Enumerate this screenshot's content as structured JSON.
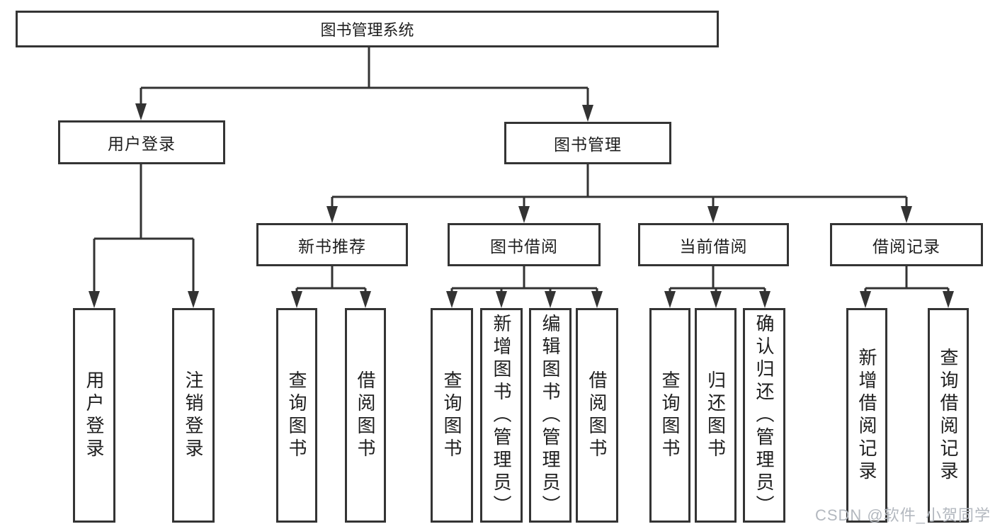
{
  "title": "图书管理系统",
  "branches": {
    "userLogin": {
      "label": "用户登录",
      "children": [
        "用户登录",
        "注销登录"
      ]
    },
    "bookMgmt": {
      "label": "图书管理",
      "sections": [
        {
          "label": "新书推荐",
          "children": [
            "查询图书",
            "借阅图书"
          ]
        },
        {
          "label": "图书借阅",
          "children": [
            "查询图书",
            "新增图书（管理员）",
            "编辑图书（管理员）",
            "借阅图书"
          ]
        },
        {
          "label": "当前借阅",
          "children": [
            "查询图书",
            "归还图书",
            "确认归还（管理员）"
          ]
        },
        {
          "label": "借阅记录",
          "children": [
            "新增借阅记录",
            "查询借阅记录"
          ]
        }
      ]
    }
  },
  "watermark": "CSDN @软件_小贺同学",
  "colors": {
    "line": "#333333",
    "text": "#1e1e1e",
    "watermark": "#b3b8bf"
  }
}
